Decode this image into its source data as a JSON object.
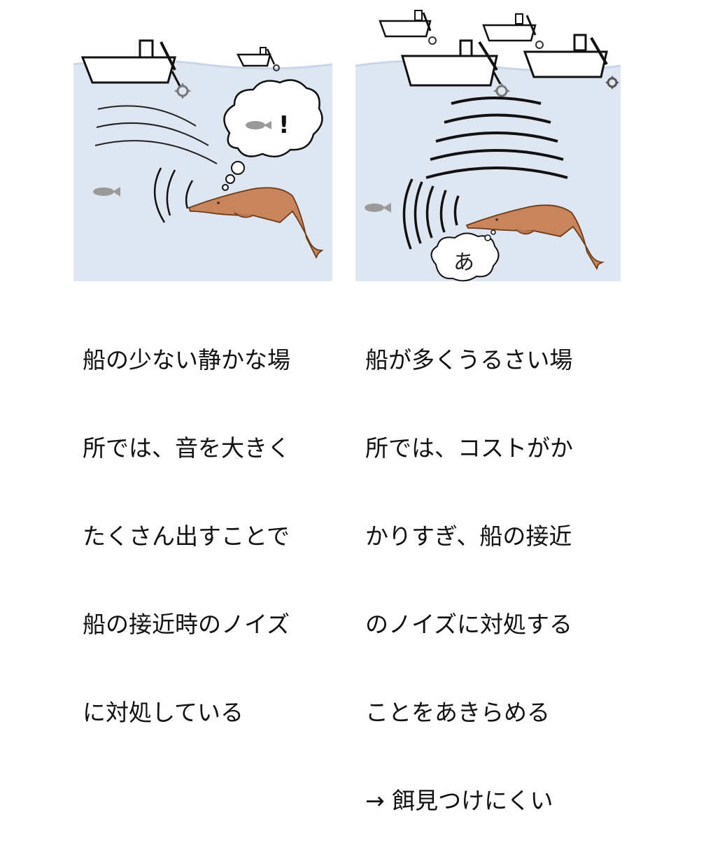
{
  "panels": [
    {
      "caption_lines": [
        "船の少ない静かな場",
        "所では、音を大きく",
        "たくさん出すことで",
        "船の接近時のノイズ",
        "に対処している"
      ],
      "thought_bubble_text": "!"
    },
    {
      "caption_lines": [
        "船が多くうるさい場",
        "所では、コストがか",
        "かりすぎ、船の接近",
        "のノイズに対処する",
        "ことをあきらめる",
        "→ 餌見つけにくい"
      ],
      "thought_bubble_text": "あ"
    }
  ],
  "colors": {
    "water": "#dde6f1",
    "water_surface": "#c9d6e8",
    "dolphin": "#c8855c",
    "dolphin_outline": "#6b3b1c",
    "fish": "#9a9a9a",
    "boat_outline": "#111111",
    "propeller": "#777777"
  }
}
